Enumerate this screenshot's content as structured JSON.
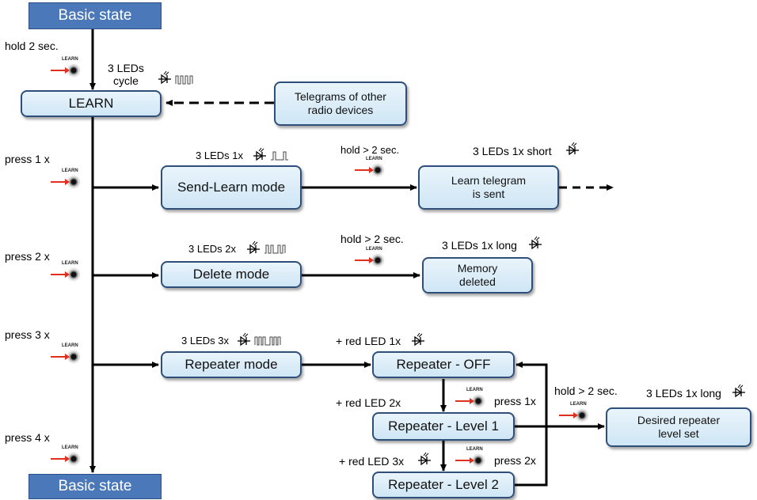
{
  "states": {
    "top": "Basic state",
    "bottom": "Basic state"
  },
  "boxes": {
    "learn": "LEARN",
    "telegrams": [
      "Telegrams of other",
      "radio devices"
    ],
    "send_learn": "Send-Learn mode",
    "learn_sent": [
      "Learn telegram",
      "is sent"
    ],
    "delete_mode": "Delete mode",
    "memory_deleted": [
      "Memory",
      "deleted"
    ],
    "repeater_mode": "Repeater mode",
    "repeater_off": "Repeater - OFF",
    "repeater_level1": "Repeater - Level 1",
    "repeater_level2": "Repeater - Level 2",
    "desired_level": [
      "Desired repeater",
      "level set"
    ]
  },
  "labels": {
    "hold_2": "hold 2 sec.",
    "leds_cycle": [
      "3 LEDs",
      "cycle"
    ],
    "press_1": "press 1 x",
    "press_2": "press 2 x",
    "press_3": "press 3 x",
    "press_4": "press 4 x",
    "send_leds": "3 LEDs  1x",
    "hold_gt_2_a": "hold > 2 sec.",
    "leds_short": "3 LEDs 1x short",
    "delete_leds": "3 LEDs  2x",
    "hold_gt_2_b": "hold > 2 sec.",
    "leds_long_a": "3 LEDs 1x long",
    "repeater_leds": "3 LEDs  3x",
    "red_1": "+ red LED 1x",
    "red_2": "+ red LED 2x",
    "red_3": "+ red LED 3x",
    "press_1x": "press 1x",
    "press_2x": "press 2x",
    "hold_gt_2_c": "hold > 2 sec.",
    "leds_long_b": "3 LEDs 1x long",
    "button_caption": "LEARN"
  },
  "icons": [
    "learn-button-icon",
    "led-icon",
    "blink-pulse-icon"
  ],
  "colors": {
    "state_fill": "#4a78b8",
    "box_fill": "#d8ecf8",
    "box_border": "#2f4f7a",
    "arrow": "#000000",
    "button_arrow": "#e03020"
  }
}
